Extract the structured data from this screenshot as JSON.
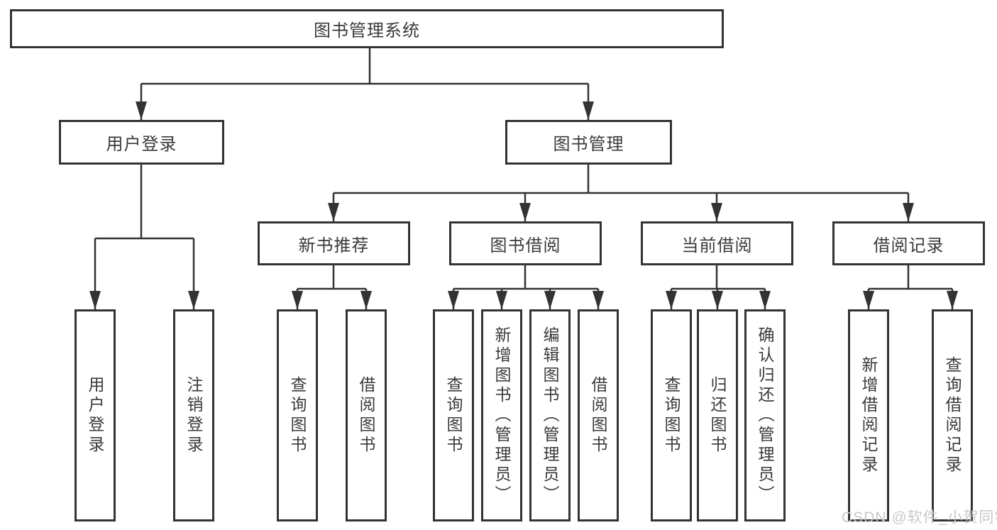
{
  "diagram": {
    "title": "图书管理系统",
    "level2": [
      {
        "label": "用户登录"
      },
      {
        "label": "图书管理"
      }
    ],
    "level3": [
      {
        "label": "新书推荐"
      },
      {
        "label": "图书借阅"
      },
      {
        "label": "当前借阅"
      },
      {
        "label": "借阅记录"
      }
    ],
    "leaves": [
      {
        "label": "用户登录"
      },
      {
        "label": "注销登录"
      },
      {
        "label": "查询图书"
      },
      {
        "label": "借阅图书"
      },
      {
        "label": "查询图书"
      },
      {
        "label": "新增图书（管理员）"
      },
      {
        "label": "编辑图书（管理员）"
      },
      {
        "label": "借阅图书"
      },
      {
        "label": "查询图书"
      },
      {
        "label": "归还图书"
      },
      {
        "label": "确认归还（管理员）"
      },
      {
        "label": "新增借阅记录"
      },
      {
        "label": "查询借阅记录"
      }
    ]
  },
  "watermark": "CSDN @软件_小贺同学",
  "colors": {
    "line": "#333333",
    "box_border": "#333333",
    "text": "#3a3a3a",
    "watermark": "#c8c8c8",
    "background": "#ffffff"
  }
}
